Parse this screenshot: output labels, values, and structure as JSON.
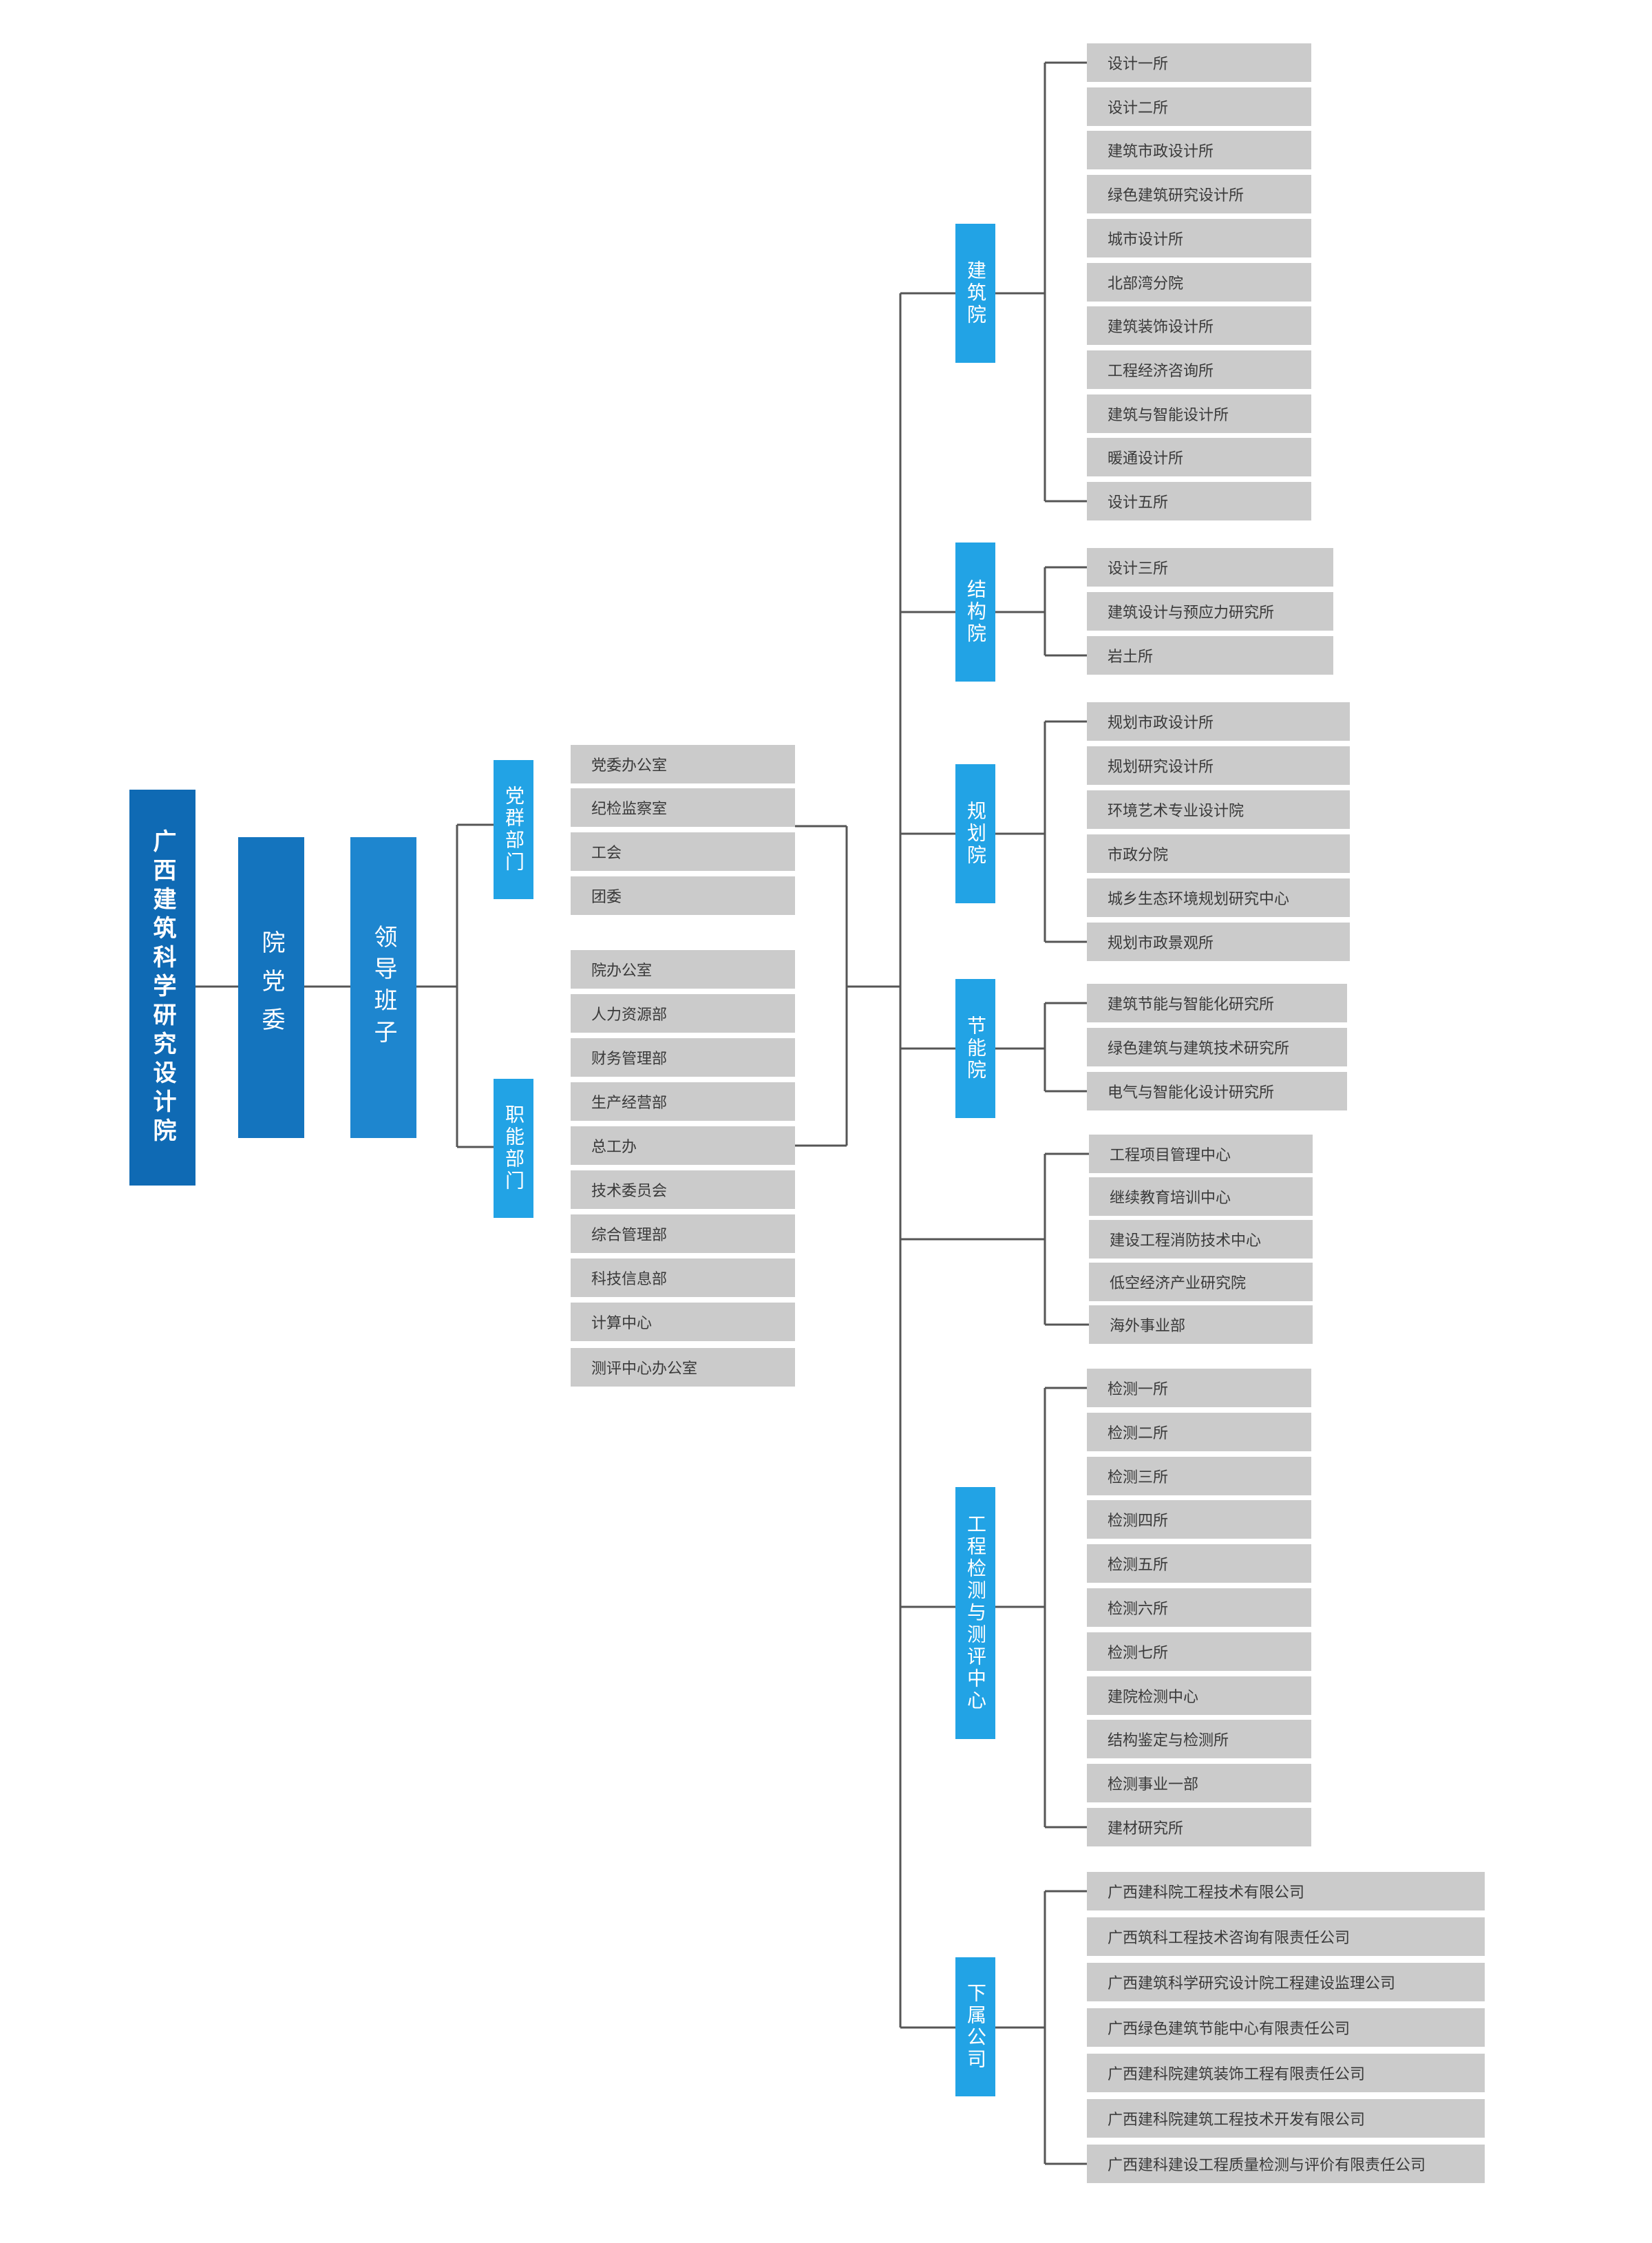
{
  "root": "广西建筑科学研究设计院",
  "party_committee": "院党委",
  "leadership": "领导班子",
  "party_group": {
    "label": "党群部门",
    "items": [
      "党委办公室",
      "纪检监察室",
      "工会",
      "团委"
    ]
  },
  "functional": {
    "label": "职能部门",
    "items": [
      "院办公室",
      "人力资源部",
      "财务管理部",
      "生产经营部",
      "总工办",
      "技术委员会",
      "综合管理部",
      "科技信息部",
      "计算中心",
      "测评中心办公室"
    ]
  },
  "branches": [
    {
      "key": "arch",
      "label": "建筑院",
      "items": [
        "设计一所",
        "设计二所",
        "建筑市政设计所",
        "绿色建筑研究设计所",
        "城市设计所",
        "北部湾分院",
        "建筑装饰设计所",
        "工程经济咨询所",
        "建筑与智能设计所",
        "暖通设计所",
        "设计五所"
      ]
    },
    {
      "key": "struct",
      "label": "结构院",
      "items": [
        "设计三所",
        "建筑设计与预应力研究所",
        "岩土所"
      ]
    },
    {
      "key": "plan",
      "label": "规划院",
      "items": [
        "规划市政设计所",
        "规划研究设计所",
        "环境艺术专业设计院",
        "市政分院",
        "城乡生态环境规划研究中心",
        "规划市政景观所"
      ]
    },
    {
      "key": "energy",
      "label": "节能院",
      "items": [
        "建筑节能与智能化研究所",
        "绿色建筑与建筑技术研究所",
        "电气与智能化设计研究所"
      ]
    },
    {
      "key": "direct",
      "label": "",
      "items": [
        "工程项目管理中心",
        "继续教育培训中心",
        "建设工程消防技术中心",
        "低空经济产业研究院",
        "海外事业部"
      ]
    },
    {
      "key": "testing",
      "label": "工程检测与测评中心",
      "items": [
        "检测一所",
        "检测二所",
        "检测三所",
        "检测四所",
        "检测五所",
        "检测六所",
        "检测七所",
        "建院检测中心",
        "结构鉴定与检测所",
        "检测事业一部",
        "建材研究所"
      ]
    },
    {
      "key": "subs",
      "label": "下属公司",
      "items": [
        "广西建科院工程技术有限公司",
        "广西筑科工程技术咨询有限责任公司",
        "广西建筑科学研究设计院工程建设监理公司",
        "广西绿色建筑节能中心有限责任公司",
        "广西建科院建筑装饰工程有限责任公司",
        "广西建科院建筑工程技术开发有限公司",
        "广西建科建设工程质量检测与评价有限责任公司"
      ]
    }
  ],
  "colors": {
    "root": "#0f6ab4",
    "party": "#1474be",
    "lead": "#1e86cf",
    "l2": "#22a3e5",
    "item_bg": "#cbcbcb",
    "line": "#555555"
  }
}
